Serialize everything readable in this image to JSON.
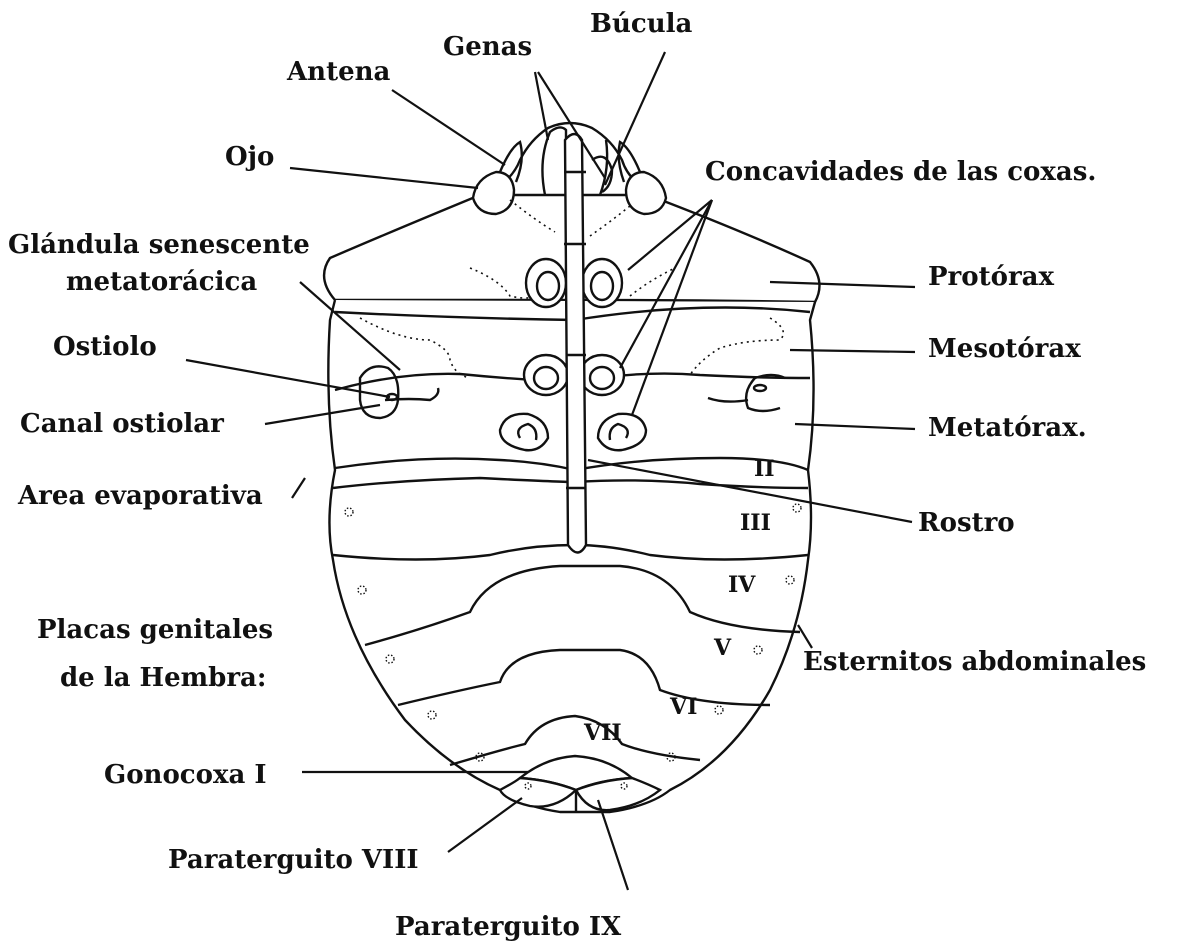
{
  "diagram": {
    "labels": {
      "bucula": "Búcula",
      "genas": "Genas",
      "antena": "Antena",
      "ojo": "Ojo",
      "concavidades": "Concavidades de las coxas.",
      "glandula_1": "Glándula senescente",
      "glandula_2": "metatorácica",
      "protorax": "Protórax",
      "ostiolo": "Ostiolo",
      "mesotorax": "Mesotórax",
      "canal_ostiolar": "Canal ostiolar",
      "metatorax": "Metatórax.",
      "area_evaporativa": "Area evaporativa",
      "rostro": "Rostro",
      "placas_1": "Placas genitales",
      "placas_2": "de la Hembra:",
      "esternitos": "Esternitos abdominales",
      "gonocoxa": "Gonocoxa I",
      "paraterguito_viii": "Paraterguito VIII",
      "paraterguito_ix": "Paraterguito IX"
    },
    "segments": {
      "ii": "II",
      "iii": "III",
      "iv": "IV",
      "v": "V",
      "vi": "VI",
      "vii": "VII"
    }
  }
}
